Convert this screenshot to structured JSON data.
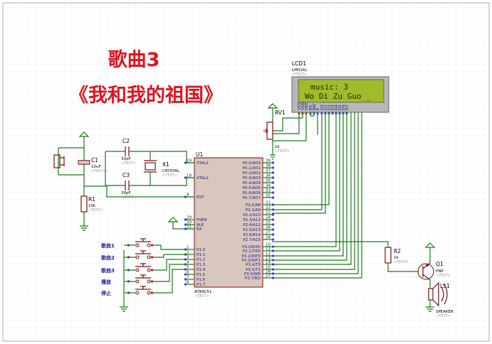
{
  "title": {
    "line1": "歌曲3",
    "line2": "《我和我的祖国》"
  },
  "lcd": {
    "ref": "LCD1",
    "model": "LM016L",
    "text_tag": "<TEXT>",
    "line1": "music: 3",
    "line2": "Wo Di Zu Guo _",
    "pins": [
      "VSS",
      "VDD",
      "VEE",
      "RS",
      "RW",
      "E",
      "D0",
      "D1",
      "D2",
      "D3",
      "D4",
      "D5",
      "D6",
      "D7"
    ]
  },
  "mcu": {
    "ref": "U1",
    "model": "AT89C51",
    "text_tag": "<TEXT>",
    "left_pins": [
      {
        "num": "19",
        "name": "XTAL1"
      },
      {
        "num": "18",
        "name": "XTAL2"
      },
      {
        "num": "9",
        "name": "RST"
      },
      {
        "num": "29",
        "name": "PSEN"
      },
      {
        "num": "30",
        "name": "ALE"
      },
      {
        "num": "31",
        "name": "EA"
      },
      {
        "num": "1",
        "name": "P1.0"
      },
      {
        "num": "2",
        "name": "P1.1"
      },
      {
        "num": "3",
        "name": "P1.2"
      },
      {
        "num": "4",
        "name": "P1.3"
      },
      {
        "num": "5",
        "name": "P1.4"
      },
      {
        "num": "6",
        "name": "P1.5"
      },
      {
        "num": "7",
        "name": "P1.6"
      },
      {
        "num": "8",
        "name": "P1.7"
      }
    ],
    "right_pins": [
      {
        "num": "39",
        "name": "P0.0/AD0"
      },
      {
        "num": "38",
        "name": "P0.1/AD1"
      },
      {
        "num": "37",
        "name": "P0.2/AD2"
      },
      {
        "num": "36",
        "name": "P0.3/AD3"
      },
      {
        "num": "35",
        "name": "P0.4/AD4"
      },
      {
        "num": "34",
        "name": "P0.5/AD5"
      },
      {
        "num": "33",
        "name": "P0.6/AD6"
      },
      {
        "num": "32",
        "name": "P0.7/AD7"
      },
      {
        "num": "21",
        "name": "P2.0/A8"
      },
      {
        "num": "22",
        "name": "P2.1/A9"
      },
      {
        "num": "23",
        "name": "P2.2/A10"
      },
      {
        "num": "24",
        "name": "P2.3/A11"
      },
      {
        "num": "25",
        "name": "P2.4/A12"
      },
      {
        "num": "26",
        "name": "P2.5/A13"
      },
      {
        "num": "27",
        "name": "P2.6/A14"
      },
      {
        "num": "28",
        "name": "P2.7/A15"
      },
      {
        "num": "10",
        "name": "P3.0/RXD"
      },
      {
        "num": "11",
        "name": "P3.1/TXD"
      },
      {
        "num": "12",
        "name": "P3.2/INT0"
      },
      {
        "num": "13",
        "name": "P3.3/INT1"
      },
      {
        "num": "14",
        "name": "P3.4/T0"
      },
      {
        "num": "15",
        "name": "P3.5/T1"
      },
      {
        "num": "16",
        "name": "P3.6/WR"
      },
      {
        "num": "17",
        "name": "P3.7/RD"
      }
    ]
  },
  "components": {
    "c1": {
      "ref": "C1",
      "value": "10uF",
      "text": "<TEXT>"
    },
    "c2": {
      "ref": "C2",
      "value": "30pF",
      "text": "<TEXT>"
    },
    "c3": {
      "ref": "C3",
      "value": "30pF",
      "text": "<TEXT>"
    },
    "x1": {
      "ref": "X1",
      "value": "CRYSTAL",
      "text": "<TEXT>"
    },
    "r1": {
      "ref": "R1",
      "value": "10k",
      "text": "<TEXT>"
    },
    "r2": {
      "ref": "R2",
      "value": "1k",
      "text": "<TEXT>"
    },
    "rv1": {
      "ref": "RV1",
      "value": "1k",
      "text": "<TEXT>"
    },
    "q1": {
      "ref": "Q1",
      "value": "PNP",
      "text": "<TEXT>"
    },
    "ls1": {
      "ref": "LS1",
      "value": "SPEAKER",
      "text": "<TEXT>"
    }
  },
  "switches": [
    {
      "label": "歌曲1"
    },
    {
      "label": "歌曲2"
    },
    {
      "label": "歌曲3"
    },
    {
      "label": "播放"
    },
    {
      "label": "停止"
    }
  ],
  "colors": {
    "wire": "#1a7a1a",
    "component": "#7a1010",
    "chip_fill": "#d9c6bd",
    "lcd_screen": "#9fbd2a",
    "title": "#e0141e"
  }
}
